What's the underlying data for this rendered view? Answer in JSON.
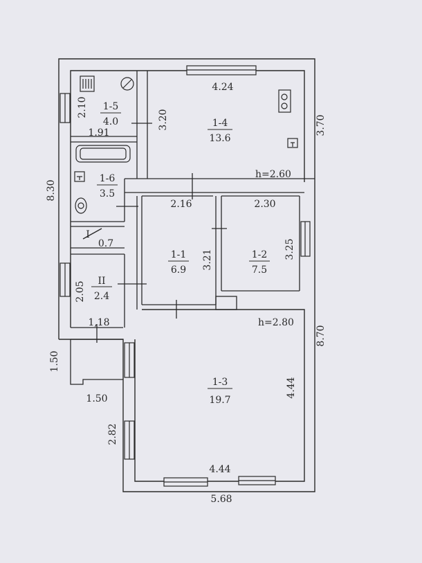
{
  "rooms": {
    "r15": {
      "name": "1-5",
      "area": "4.0"
    },
    "r14": {
      "name": "1-4",
      "area": "13.6"
    },
    "r16": {
      "name": "1-6",
      "area": "3.5"
    },
    "rI": {
      "name": "I",
      "area": "0.7"
    },
    "rII": {
      "name": "II",
      "area": "2.4"
    },
    "r11": {
      "name": "1-1",
      "area": "6.9"
    },
    "r12": {
      "name": "1-2",
      "area": "7.5"
    },
    "r13": {
      "name": "1-3",
      "area": "19.7"
    }
  },
  "dims": {
    "d424": "4.24",
    "d370": "3.70",
    "d210": "2.10",
    "d320": "3.20",
    "d191": "1.91",
    "d830": "8.30",
    "d216": "2.16",
    "d230": "2.30",
    "d321": "3.21",
    "d325": "3.25",
    "d205": "2.05",
    "d118": "1,18",
    "d870": "8.70",
    "d150v": "1.50",
    "d150h": "1.50",
    "d444v": "4.44",
    "d282": "2.82",
    "d444h": "4.44",
    "d568": "5.68"
  },
  "heights": {
    "h1": "h=2.60",
    "h2": "h=2.80"
  },
  "colors": {
    "paper": "#e9e9ef",
    "ink": "#2a2a2a"
  }
}
